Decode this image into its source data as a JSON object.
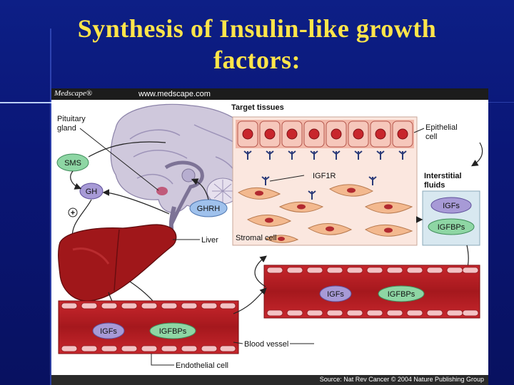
{
  "slide": {
    "title_line1": "Synthesis of Insulin-like growth",
    "title_line2": "factors:"
  },
  "figure": {
    "brand": "Medscape®",
    "url": "www.medscape.com",
    "source": "Source: Nat Rev Cancer © 2004 Nature Publishing Group",
    "labels": {
      "pituitary_line1": "Pituitary",
      "pituitary_line2": "gland",
      "sms": "SMS",
      "gh": "GH",
      "plus": "+",
      "ghrh": "GHRH",
      "liver": "Liver",
      "target_tissues": "Target tissues",
      "epithelial_line1": "Epithelial",
      "epithelial_line2": "cell",
      "igf1r": "IGF1R",
      "interstitial_line1": "Interstitial",
      "interstitial_line2": "fluids",
      "igfs": "IGFs",
      "igfbps": "IGFBPs",
      "stromal": "Stromal cell",
      "blood_vessel": "Blood vessel",
      "endothelial": "Endothelial cell"
    }
  },
  "colors": {
    "background": "#0a1570",
    "title": "#ffe54a",
    "liver": "#a0171a",
    "vessel": "#b81f26",
    "pill_green": "#8ed6a4",
    "pill_purple": "#a79ad6",
    "pill_blue": "#9fc1ec"
  }
}
